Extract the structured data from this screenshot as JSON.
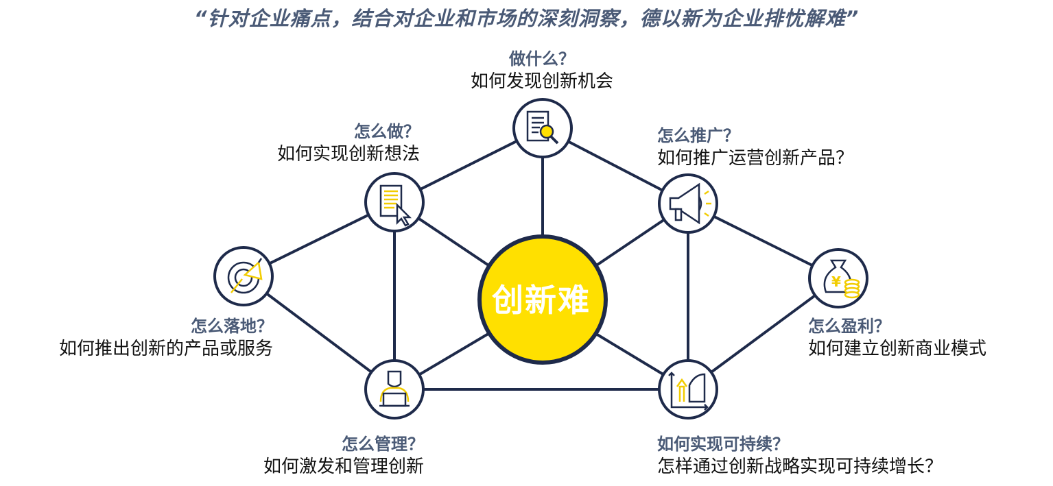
{
  "header": {
    "title": "“针对企业痛点，结合对企业和市场的深刻洞察，德以新为企业排忧解难”"
  },
  "center": {
    "label": "创新难"
  },
  "nodes": {
    "what": {
      "question": "做什么？",
      "desc": "如何发现创新机会"
    },
    "how": {
      "question": "怎么做？",
      "desc": "如何实现创新想法"
    },
    "promote": {
      "question": "怎么推广？",
      "desc": "如何推广运营创新产品？"
    },
    "land": {
      "question": "怎么落地？",
      "desc": "如何推出创新的产品或服务"
    },
    "profit": {
      "question": "怎么盈利？",
      "desc": "如何建立创新商业模式"
    },
    "manage": {
      "question": "怎么管理？",
      "desc": "如何激发和管理创新"
    },
    "sustain": {
      "question": "如何实现可持续？",
      "desc": "怎样通过创新战略实现可持续增长？"
    }
  },
  "colors": {
    "line": "#1e2a4a",
    "accent": "#ffe000",
    "question": "#4a5a76"
  },
  "icons": {
    "what": "document-search-icon",
    "how": "document-cursor-icon",
    "promote": "megaphone-icon",
    "land": "target-flag-icon",
    "profit": "money-bag-yen-icon",
    "manage": "person-laptop-icon",
    "sustain": "growth-chart-icon"
  }
}
